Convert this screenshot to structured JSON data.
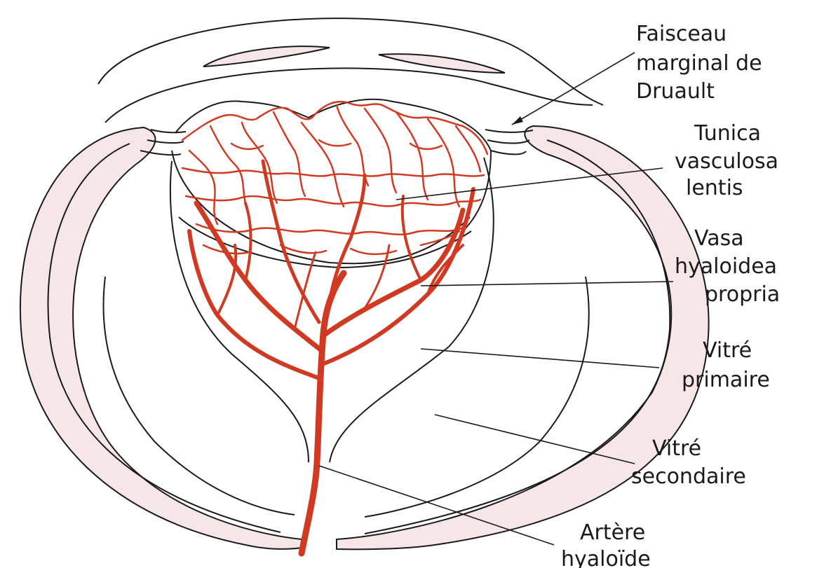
{
  "labels": {
    "faisceau": [
      "Faisceau",
      "marginal de",
      "Druault"
    ],
    "tunica": [
      "Tunica",
      "vasculosa",
      "lentis"
    ],
    "vasa": [
      "Vasa",
      "hyaloidea",
      "propria"
    ],
    "vitre_primaire": [
      "Vitré",
      "primaire"
    ],
    "vitre_secondaire": [
      "Vitré",
      "secondaire"
    ],
    "artere": [
      "Artère",
      "hyaloïde"
    ]
  },
  "colors": {
    "vessel": "#d03a22",
    "tissue": "#f6e6e8",
    "outline": "#1a1a1a"
  }
}
